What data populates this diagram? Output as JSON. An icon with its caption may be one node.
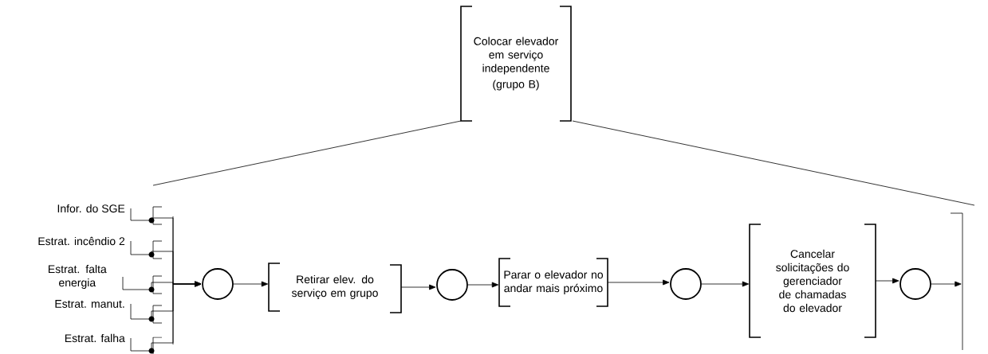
{
  "diagram": {
    "nodes": [
      {
        "text": [
          "Colocar elevador em serviço independente",
          "(grupo B)"
        ]
      },
      {
        "text": [
          "Infor. do SGE"
        ]
      },
      {
        "text": [
          "Estrat. incêndio 2"
        ]
      },
      {
        "text": [
          "Estrat. falta energia"
        ]
      },
      {
        "text": [
          "Estrat. manut."
        ]
      },
      {
        "text": [
          "Estrat. falha"
        ]
      },
      {
        "text": [],
        "shape": "circle"
      },
      {
        "text": [
          "Retirar elev. do serviço em grupo"
        ]
      },
      {
        "text": [],
        "shape": "circle"
      },
      {
        "text": [
          "Parar o elevador no andar mais próximo"
        ]
      },
      {
        "text": [],
        "shape": "circle"
      },
      {
        "text": [
          "Cancelar solicitações do gerenciador de chamadas do elevador"
        ]
      },
      {
        "text": [],
        "shape": "circle"
      },
      {
        "text": [],
        "shape": "bar"
      }
    ],
    "edges": [
      {
        "from": 1,
        "to": 6,
        "arrow": "to"
      },
      {
        "from": 2,
        "to": 6,
        "arrow": "to"
      },
      {
        "from": 3,
        "to": 6,
        "arrow": "to"
      },
      {
        "from": 4,
        "to": 6,
        "arrow": "to"
      },
      {
        "from": 5,
        "to": 6,
        "arrow": "to"
      },
      {
        "from": 6,
        "to": 7,
        "arrow": "to"
      },
      {
        "from": 7,
        "to": 8,
        "arrow": "to"
      },
      {
        "from": 8,
        "to": 9,
        "arrow": "to"
      },
      {
        "from": 9,
        "to": 10,
        "arrow": "to"
      },
      {
        "from": 10,
        "to": 11,
        "arrow": "to"
      },
      {
        "from": 11,
        "to": 12,
        "arrow": "to"
      },
      {
        "from": 12,
        "to": 13,
        "arrow": "to"
      }
    ]
  }
}
